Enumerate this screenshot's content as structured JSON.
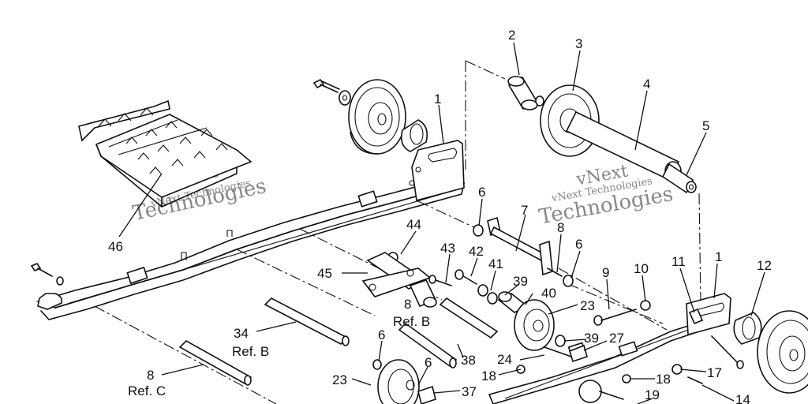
{
  "diagram": {
    "watermarks": [
      {
        "line1": "vNext",
        "line2": "Technologies",
        "small": "vNext Technologies"
      },
      {
        "line1": "vNext",
        "line2": "Technologies",
        "small": "vNext Technologies"
      }
    ],
    "callouts": [
      {
        "id": "c1a",
        "label": "1"
      },
      {
        "id": "c1b",
        "label": "1"
      },
      {
        "id": "c2",
        "label": "2"
      },
      {
        "id": "c3",
        "label": "3"
      },
      {
        "id": "c4",
        "label": "4"
      },
      {
        "id": "c5",
        "label": "5"
      },
      {
        "id": "c6a",
        "label": "6"
      },
      {
        "id": "c6b",
        "label": "6"
      },
      {
        "id": "c6c",
        "label": "6"
      },
      {
        "id": "c6d",
        "label": "6"
      },
      {
        "id": "c7",
        "label": "7"
      },
      {
        "id": "c8a",
        "label": "8"
      },
      {
        "id": "c8b",
        "label": "8"
      },
      {
        "id": "c8c",
        "label": "8"
      },
      {
        "id": "c9",
        "label": "9"
      },
      {
        "id": "c10",
        "label": "10"
      },
      {
        "id": "c11",
        "label": "11"
      },
      {
        "id": "c12",
        "label": "12"
      },
      {
        "id": "c14",
        "label": "14"
      },
      {
        "id": "c17",
        "label": "17"
      },
      {
        "id": "c18a",
        "label": "18"
      },
      {
        "id": "c18b",
        "label": "18"
      },
      {
        "id": "c19",
        "label": "19"
      },
      {
        "id": "c23a",
        "label": "23"
      },
      {
        "id": "c23b",
        "label": "23"
      },
      {
        "id": "c24",
        "label": "24"
      },
      {
        "id": "c27",
        "label": "27"
      },
      {
        "id": "c34",
        "label": "34"
      },
      {
        "id": "c37",
        "label": "37"
      },
      {
        "id": "c38",
        "label": "38"
      },
      {
        "id": "c39a",
        "label": "39"
      },
      {
        "id": "c39b",
        "label": "39"
      },
      {
        "id": "c40",
        "label": "40"
      },
      {
        "id": "c41",
        "label": "41"
      },
      {
        "id": "c42",
        "label": "42"
      },
      {
        "id": "c43",
        "label": "43"
      },
      {
        "id": "c44",
        "label": "44"
      },
      {
        "id": "c45",
        "label": "45"
      },
      {
        "id": "c46",
        "label": "46"
      }
    ],
    "refs": {
      "ref_b_1": "Ref. B",
      "ref_b_2": "Ref. B",
      "ref_c": "Ref. C"
    }
  }
}
